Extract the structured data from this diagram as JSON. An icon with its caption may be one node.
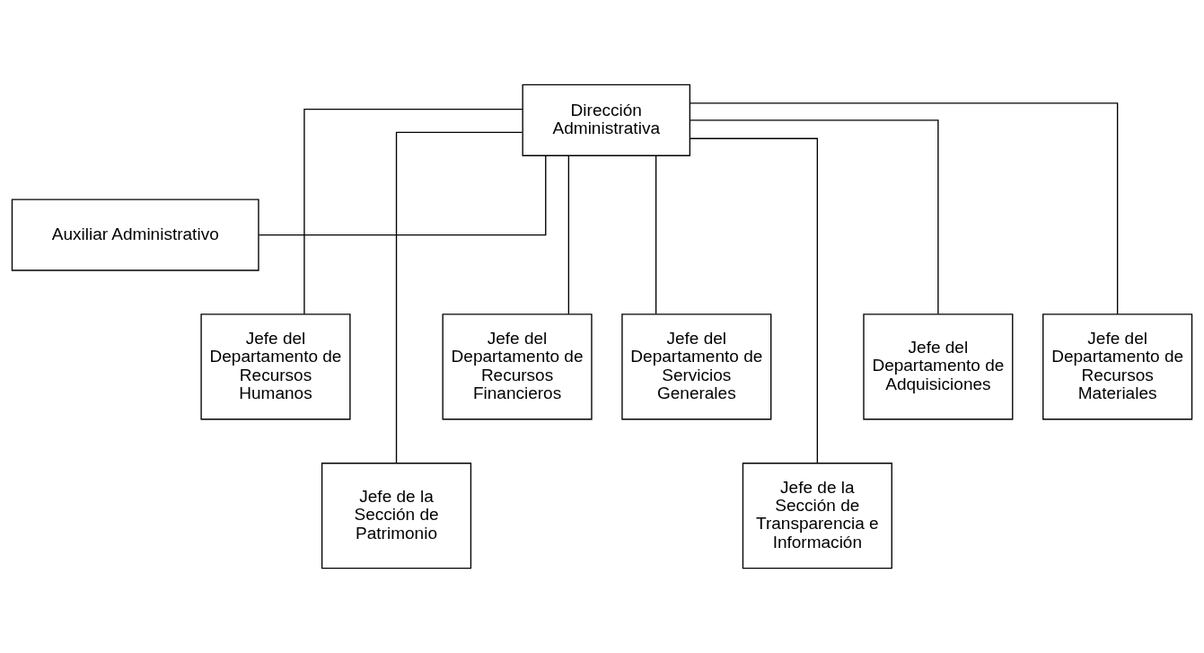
{
  "diagram": {
    "nodes": [
      {
        "text": [
          "Dirección Administrativa"
        ]
      },
      {
        "text": [
          "Auxiliar Administrativo"
        ]
      },
      {
        "text": [
          "Jefe del Departamento de Recursos Humanos"
        ]
      },
      {
        "text": [
          "Jefe de la Sección de Patrimonio"
        ]
      },
      {
        "text": [
          "Jefe del Departamento de Recursos Financieros"
        ]
      },
      {
        "text": [
          "Jefe del Departamento de Servicios Generales"
        ]
      },
      {
        "text": [
          "Jefe de la Sección de Transparencia e Información"
        ]
      },
      {
        "text": [
          "Jefe del Departamento de Adquisiciones"
        ]
      },
      {
        "text": [
          "Jefe del Departamento de Recursos Materiales"
        ]
      }
    ],
    "edges": [
      {
        "from": 0,
        "to": 1,
        "arrow": "none"
      },
      {
        "from": 0,
        "to": 2,
        "arrow": "none"
      },
      {
        "from": 0,
        "to": 3,
        "arrow": "none"
      },
      {
        "from": 0,
        "to": 4,
        "arrow": "none"
      },
      {
        "from": 0,
        "to": 5,
        "arrow": "none"
      },
      {
        "from": 0,
        "to": 6,
        "arrow": "none"
      },
      {
        "from": 0,
        "to": 7,
        "arrow": "none"
      },
      {
        "from": 0,
        "to": 8,
        "arrow": "none"
      }
    ]
  }
}
